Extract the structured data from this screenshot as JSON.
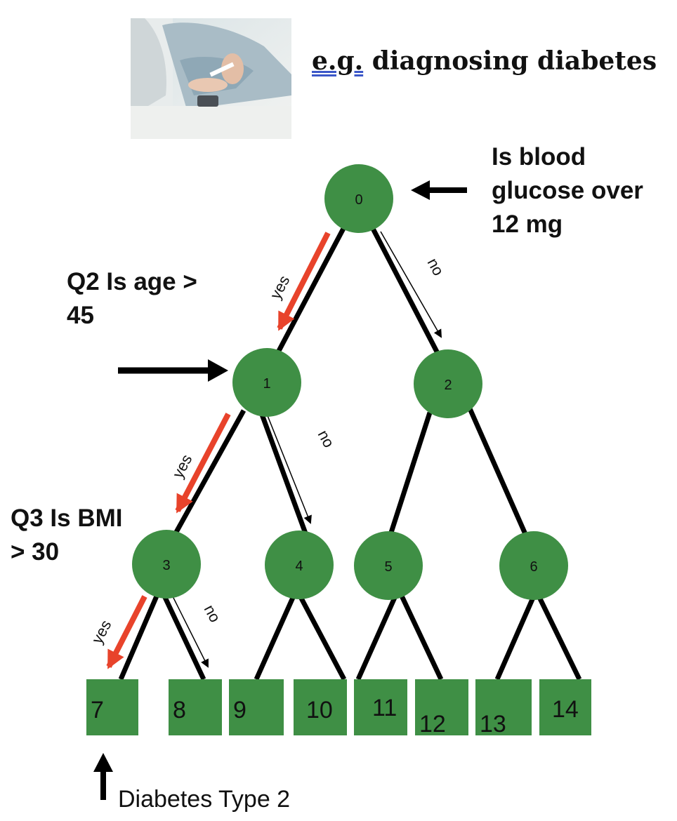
{
  "heading": {
    "prefix": "e.g.",
    "text": "diagnosing diabetes"
  },
  "questions": {
    "q1": [
      "Is blood",
      "glucose over",
      "12 mg"
    ],
    "q2": [
      "Q2 Is age >",
      "45"
    ],
    "q3": [
      "Q3 Is BMI",
      "> 30"
    ]
  },
  "nodes": [
    "0",
    "1",
    "2",
    "3",
    "4",
    "5",
    "6"
  ],
  "leaves": [
    "7",
    "8",
    "9",
    "10",
    "11",
    "12",
    "13",
    "14"
  ],
  "edge_labels": {
    "yes": "yes",
    "no": "no"
  },
  "outcome": "Diabetes Type 2",
  "colors": {
    "node": "#3f8f45",
    "leaf": "#3f8f45",
    "path": "#e8432b",
    "edge": "#000000"
  },
  "icons": {
    "photo": "person-testing-blood-glucose-photo",
    "arrow": "arrow-icon"
  }
}
